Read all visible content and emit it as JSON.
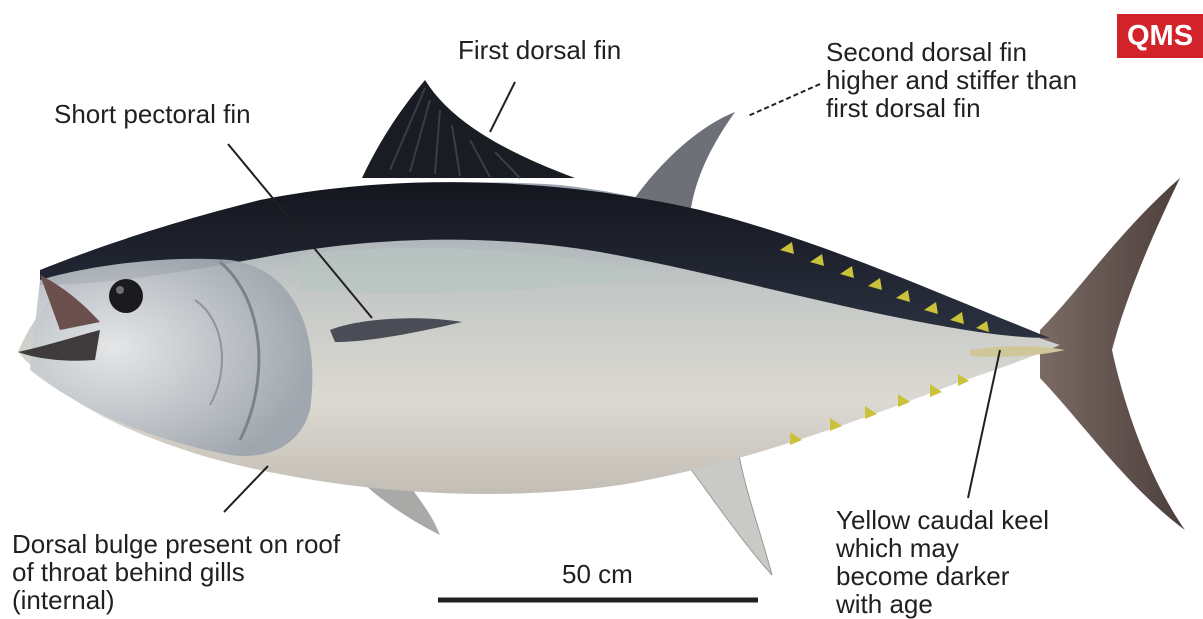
{
  "logo": {
    "text": "QMS"
  },
  "labels": {
    "first_dorsal": "First dorsal fin",
    "second_dorsal": "Second dorsal fin\nhigher and stiffer than\nfirst dorsal fin",
    "pectoral": "Short pectoral fin",
    "dorsal_bulge": "Dorsal bulge present on roof\nof throat behind gills\n(internal)",
    "caudal_keel": "Yellow caudal keel\nwhich may\nbecome darker\nwith age",
    "scale": "50 cm"
  },
  "colors": {
    "logo_bg": "#d2232a",
    "back": "#1c1f2a",
    "belly": "#d9d7d1",
    "finlets": "#c9c23a",
    "tail": "#5a4a46"
  }
}
